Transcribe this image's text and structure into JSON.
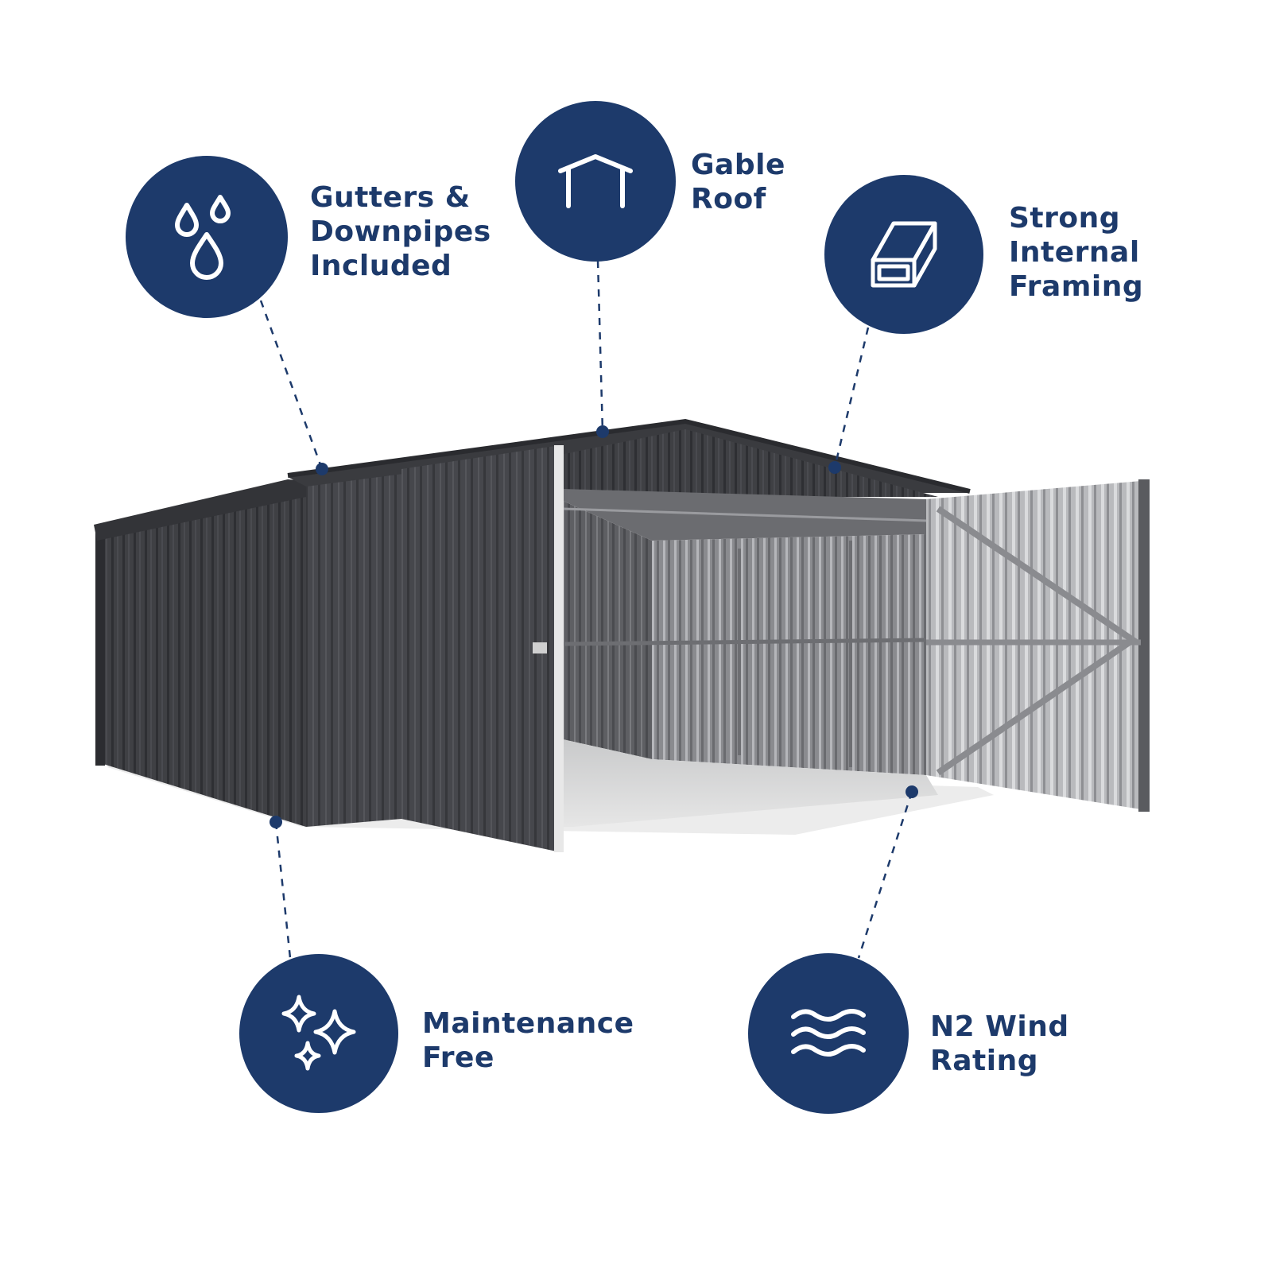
{
  "accent_color": "#1d3a6b",
  "features": {
    "gutters": {
      "icon": "water-drops-icon",
      "lines": [
        "Gutters &",
        "Downpipes",
        "Included"
      ]
    },
    "gable_roof": {
      "icon": "house-roof-icon",
      "lines": [
        "Gable",
        "Roof"
      ]
    },
    "framing": {
      "icon": "steel-beam-icon",
      "lines": [
        "Strong",
        "Internal",
        "Framing"
      ]
    },
    "maintenance": {
      "icon": "sparkles-icon",
      "lines": [
        "Maintenance",
        "Free"
      ]
    },
    "wind": {
      "icon": "wind-waves-icon",
      "lines": [
        "N2 Wind",
        "Rating"
      ]
    }
  },
  "product": {
    "image": "open-garage-shed-illustration"
  }
}
